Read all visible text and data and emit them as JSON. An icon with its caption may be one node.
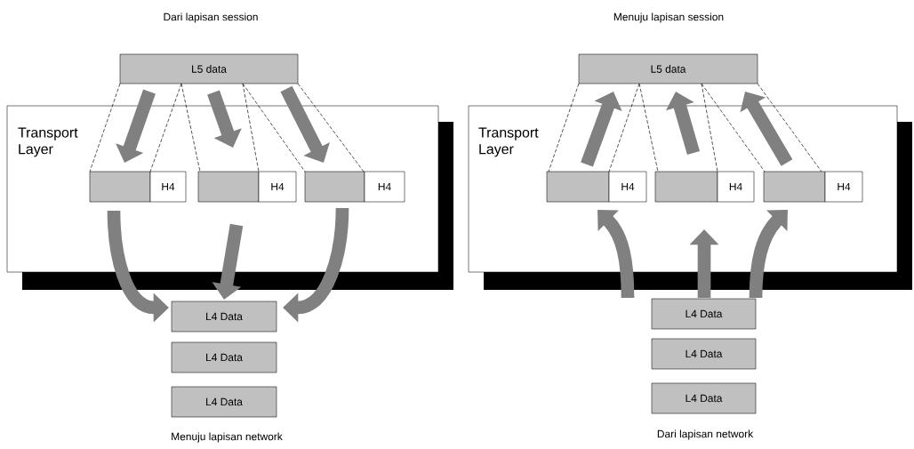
{
  "diagram": {
    "nodes": [
      {
        "text": [
          "L5 data"
        ]
      },
      {
        "text": [
          "Transport Layer"
        ]
      },
      {
        "text": [],
        "shape": "box",
        "in": 1
      },
      {
        "text": [
          "H4"
        ],
        "in": 1
      },
      {
        "text": [],
        "shape": "box",
        "in": 1
      },
      {
        "text": [
          "H4"
        ],
        "in": 1
      },
      {
        "text": [],
        "shape": "box",
        "in": 1
      },
      {
        "text": [
          "H4"
        ],
        "in": 1
      },
      {
        "text": [
          "L4 Data"
        ]
      },
      {
        "text": [
          "L4 Data"
        ]
      },
      {
        "text": [
          "L4 Data"
        ]
      },
      {
        "text": [
          "L5 data"
        ]
      },
      {
        "text": [
          "Transport Layer"
        ]
      },
      {
        "text": [],
        "shape": "box",
        "in": 12
      },
      {
        "text": [
          "H4"
        ],
        "in": 12
      },
      {
        "text": [],
        "shape": "box",
        "in": 12
      },
      {
        "text": [
          "H4"
        ],
        "in": 12
      },
      {
        "text": [],
        "shape": "box",
        "in": 12
      },
      {
        "text": [
          "H4"
        ],
        "in": 12
      },
      {
        "text": [
          "L4 Data"
        ]
      },
      {
        "text": [
          "L4 Data"
        ]
      },
      {
        "text": [
          "L4 Data"
        ]
      }
    ],
    "edges": [
      {
        "from": 0,
        "to": 2,
        "arrow": "none",
        "style": "dashed"
      },
      {
        "from": 0,
        "to": 2,
        "arrow": "none",
        "style": "dashed"
      },
      {
        "from": 0,
        "to": 4,
        "arrow": "none",
        "style": "dashed"
      },
      {
        "from": 0,
        "to": 4,
        "arrow": "none",
        "style": "dashed"
      },
      {
        "from": 0,
        "to": 6,
        "arrow": "none",
        "style": "dashed"
      },
      {
        "from": 0,
        "to": 6,
        "arrow": "none",
        "style": "dashed"
      },
      {
        "from": 0,
        "to": 2,
        "arrow": "to",
        "style": "thick",
        "color": "#808080"
      },
      {
        "from": 0,
        "to": 4,
        "arrow": "to",
        "style": "thick",
        "color": "#808080"
      },
      {
        "from": 0,
        "to": 6,
        "arrow": "to",
        "style": "thick",
        "color": "#808080"
      },
      {
        "from": 2,
        "to": 8,
        "arrow": "to",
        "style": "thick",
        "color": "#808080"
      },
      {
        "from": 4,
        "to": 8,
        "arrow": "to",
        "style": "thick",
        "color": "#808080"
      },
      {
        "from": 6,
        "to": 8,
        "arrow": "to",
        "style": "thick",
        "color": "#808080"
      },
      {
        "from": 11,
        "to": 13,
        "arrow": "none",
        "style": "dashed"
      },
      {
        "from": 11,
        "to": 13,
        "arrow": "none",
        "style": "dashed"
      },
      {
        "from": 11,
        "to": 15,
        "arrow": "none",
        "style": "dashed"
      },
      {
        "from": 11,
        "to": 15,
        "arrow": "none",
        "style": "dashed"
      },
      {
        "from": 11,
        "to": 17,
        "arrow": "none",
        "style": "dashed"
      },
      {
        "from": 11,
        "to": 17,
        "arrow": "none",
        "style": "dashed"
      },
      {
        "from": 13,
        "to": 11,
        "arrow": "to",
        "style": "thick",
        "color": "#808080"
      },
      {
        "from": 15,
        "to": 11,
        "arrow": "to",
        "style": "thick",
        "color": "#808080"
      },
      {
        "from": 17,
        "to": 11,
        "arrow": "to",
        "style": "thick",
        "color": "#808080"
      },
      {
        "from": 19,
        "to": 13,
        "arrow": "to",
        "style": "thick",
        "color": "#808080"
      },
      {
        "from": 19,
        "to": 15,
        "arrow": "to",
        "style": "thick",
        "color": "#808080"
      },
      {
        "from": 19,
        "to": 17,
        "arrow": "to",
        "style": "thick",
        "color": "#808080"
      }
    ],
    "labels": [
      "Dari lapisan session",
      "Menuju lapisan session",
      "Menuju lapisan network",
      "Dari lapisan network"
    ]
  }
}
